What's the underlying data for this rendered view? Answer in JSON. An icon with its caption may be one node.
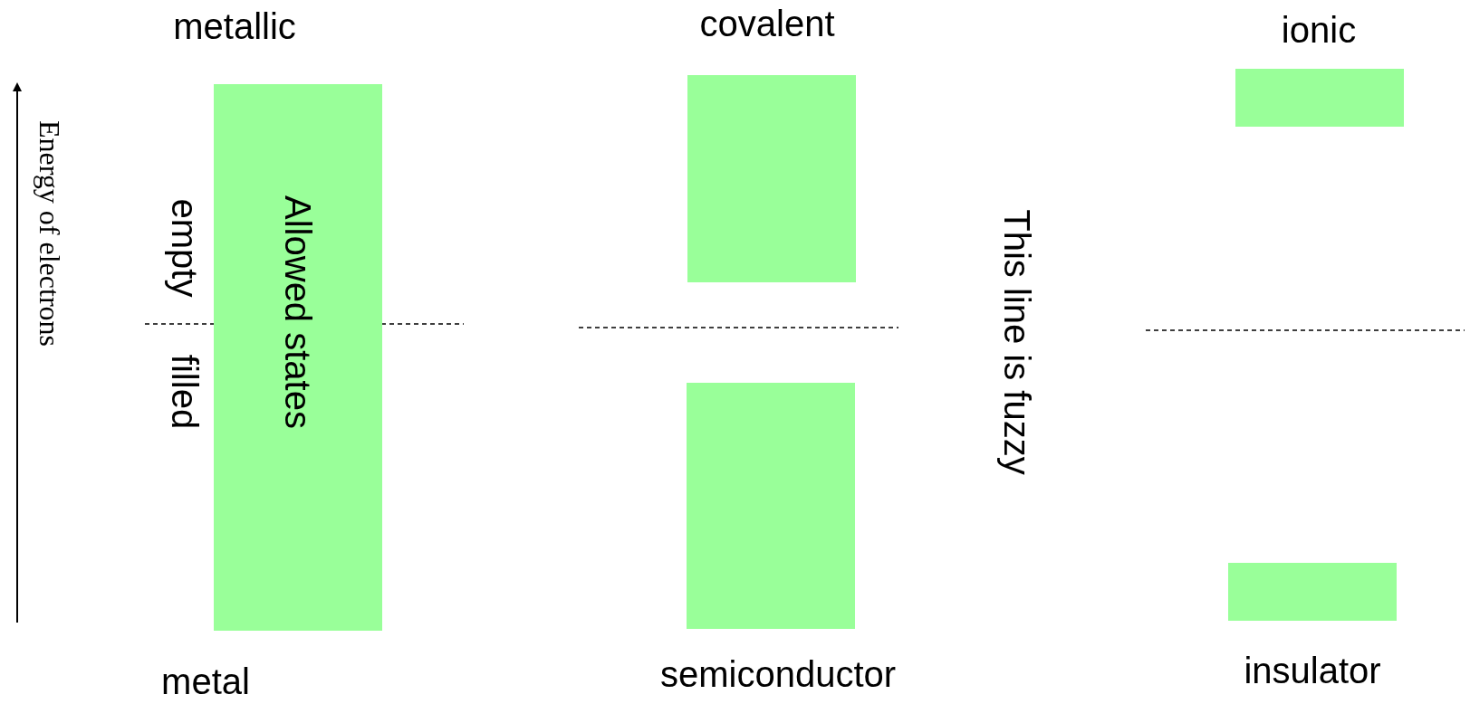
{
  "diagram": {
    "nodes": [
      {
        "text": [
          "Allowed states"
        ]
      },
      {
        "text": [],
        "shape": "box"
      },
      {
        "text": [],
        "shape": "box"
      },
      {
        "text": [],
        "shape": "box"
      },
      {
        "text": [],
        "shape": "box"
      }
    ],
    "labels": [
      "metallic",
      "covalent",
      "ionic",
      "Energy of electrons",
      "empty",
      "This line is fuzzy",
      "filled",
      "metal",
      "semiconductor",
      "insulator"
    ]
  }
}
